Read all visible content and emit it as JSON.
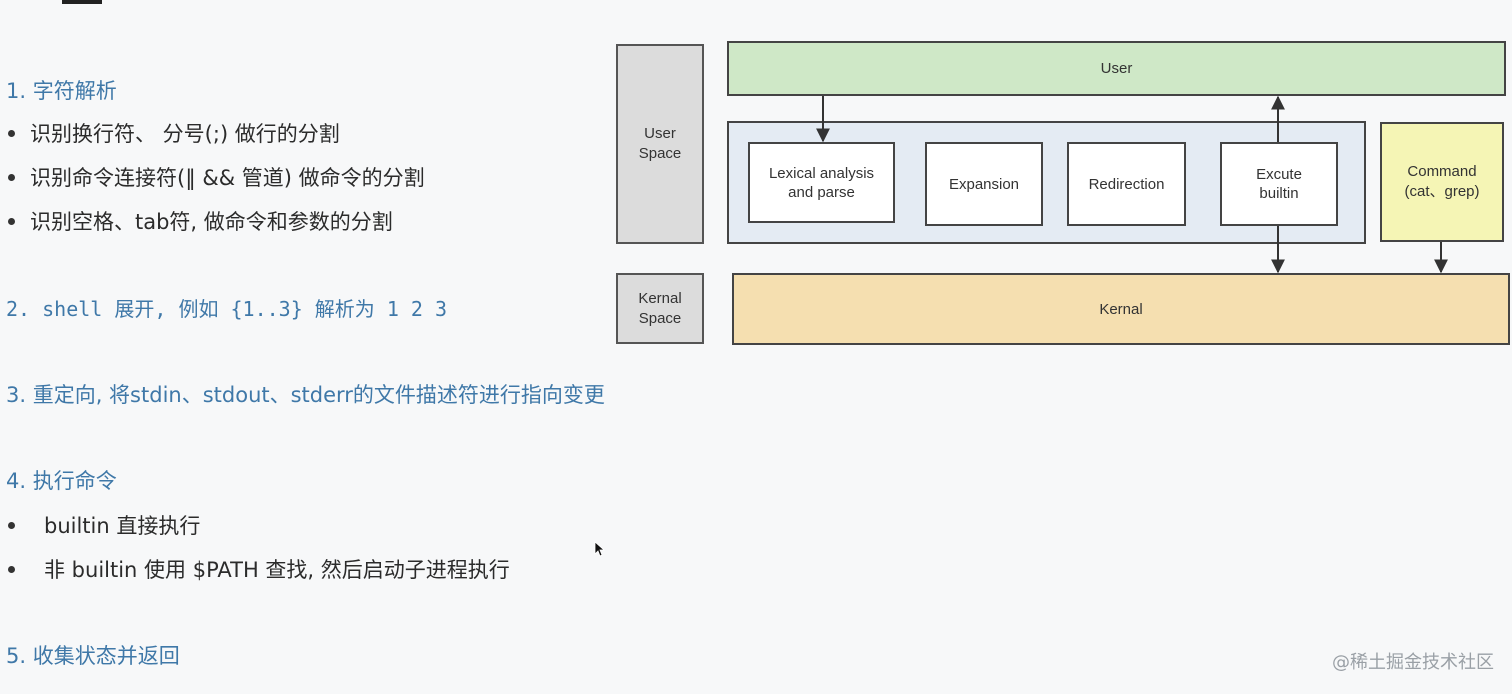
{
  "outline": {
    "s1_title": "1.  字符解析",
    "s1_b1": "识别换行符、 分号(;) 做行的分割",
    "s1_b2": "识别命令连接符(‖ && 管道) 做命令的分割",
    "s1_b3": "识别空格、tab符, 做命令和参数的分割",
    "s2_title": "2.  shell 展开,  例如 {1..3} 解析为  1 2 3",
    "s3_title": "3.  重定向,  将stdin、stdout、stderr的文件描述符进行指向变更",
    "s4_title": "4.  执行命令",
    "s4_b1": "builtin 直接执行",
    "s4_b2": "非 builtin 使用 $PATH 查找, 然后启动子进程执行",
    "s5_title": "5.  收集状态并返回"
  },
  "diagram": {
    "user_space": "User\nSpace",
    "kernal_space": "Kernal\nSpace",
    "user": "User",
    "lexical": "Lexical analysis\nand parse",
    "expansion": "Expansion",
    "redirection": "Redirection",
    "execute": "Excute\nbuiltin",
    "command": "Command\n(cat、grep)",
    "kernal": "Kernal"
  },
  "watermark": "@稀土掘金技术社区",
  "colors": {
    "user_bar": "#cfe8c7",
    "panel": "#e4ebf3",
    "command": "#f5f5b5",
    "kernal": "#f5dfb0",
    "space_label": "#dcdcdc",
    "section_title": "#3f78a8"
  }
}
